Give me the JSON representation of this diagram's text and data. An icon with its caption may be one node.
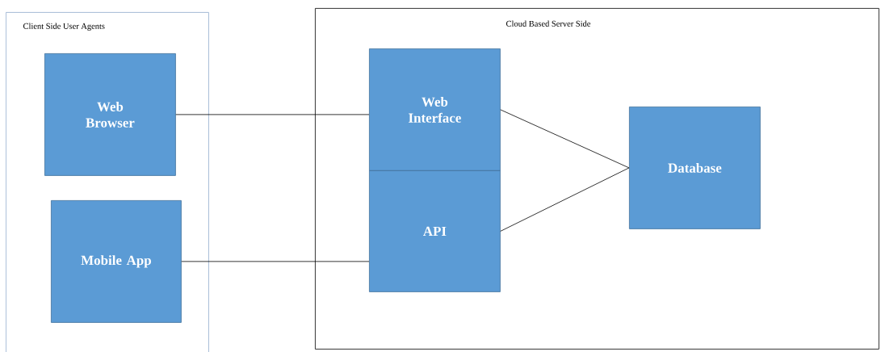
{
  "diagram": {
    "nodes": [
      {
        "text": [
          "Client Side User Agents"
        ]
      },
      {
        "text": [
          "Web Browser"
        ],
        "in": 0
      },
      {
        "text": [
          "Mobile App"
        ],
        "in": 0
      },
      {
        "text": [
          "Cloud Based Server Side"
        ]
      },
      {
        "text": [
          "Web Interface"
        ],
        "in": 3
      },
      {
        "text": [
          "API"
        ],
        "in": 3
      },
      {
        "text": [
          "Database"
        ],
        "in": 3
      }
    ],
    "edges": [
      {
        "from": 1,
        "to": 4,
        "arrow": "none"
      },
      {
        "from": 2,
        "to": 5,
        "arrow": "none"
      },
      {
        "from": 4,
        "to": 6,
        "arrow": "none"
      },
      {
        "from": 5,
        "to": 6,
        "arrow": "none"
      }
    ]
  }
}
